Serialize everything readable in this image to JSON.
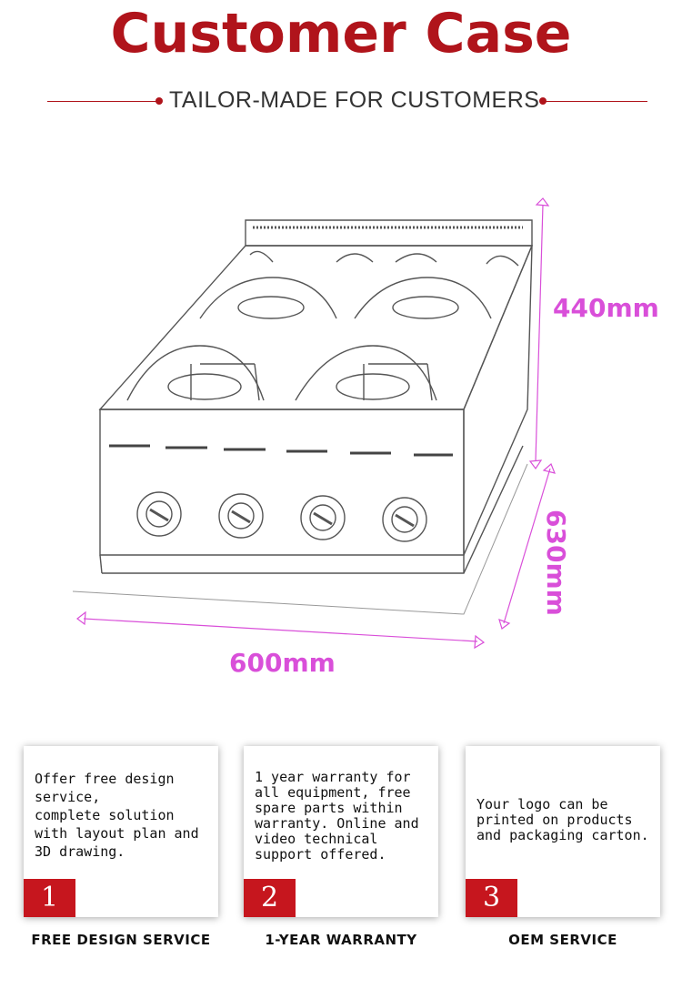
{
  "header": {
    "title": "Customer Case",
    "subtitle": "TAILOR-MADE FOR CUSTOMERS",
    "accent_color": "#b0141b"
  },
  "product": {
    "icon": "gas-stove-4-burner-illustration",
    "dimensions": {
      "height": "440mm",
      "depth": "630mm",
      "width": "600mm",
      "color": "#d94fd9"
    }
  },
  "services": [
    {
      "number": "1",
      "text": "Offer free design service,\ncomplete solution with layout plan and 3D drawing.",
      "label": "FREE DESIGN SERVICE"
    },
    {
      "number": "2",
      "text": "1 year warranty for all equipment, free spare parts within warranty. Online and video technical support offered.",
      "label": "1-YEAR WARRANTY"
    },
    {
      "number": "3",
      "text": "Your logo can be printed on products and packaging carton.",
      "label": "OEM SERVICE"
    }
  ]
}
